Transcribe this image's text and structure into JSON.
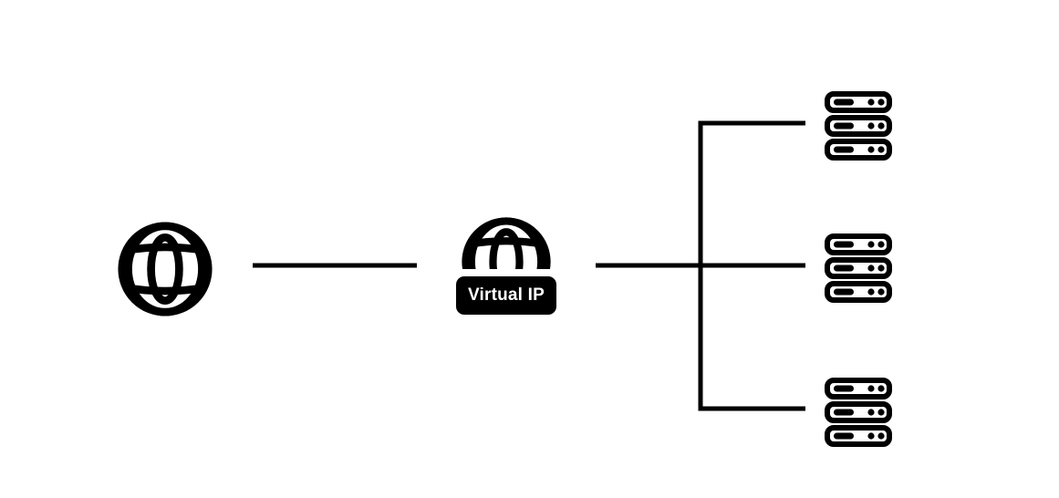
{
  "diagram": {
    "background_color": "#ffffff",
    "ink_color": "#000000",
    "nodes": {
      "internet": {
        "icon": "globe-icon"
      },
      "virtual_ip": {
        "icon": "globe-icon",
        "label": "Virtual IP",
        "label_bg": "#000000",
        "label_text_color": "#ffffff"
      },
      "servers": [
        {
          "icon": "server-icon"
        },
        {
          "icon": "server-icon"
        },
        {
          "icon": "server-icon"
        }
      ]
    },
    "edges": [
      {
        "from": "internet",
        "to": "virtual_ip"
      },
      {
        "from": "virtual_ip",
        "to": "servers.0"
      },
      {
        "from": "virtual_ip",
        "to": "servers.1"
      },
      {
        "from": "virtual_ip",
        "to": "servers.2"
      }
    ]
  }
}
